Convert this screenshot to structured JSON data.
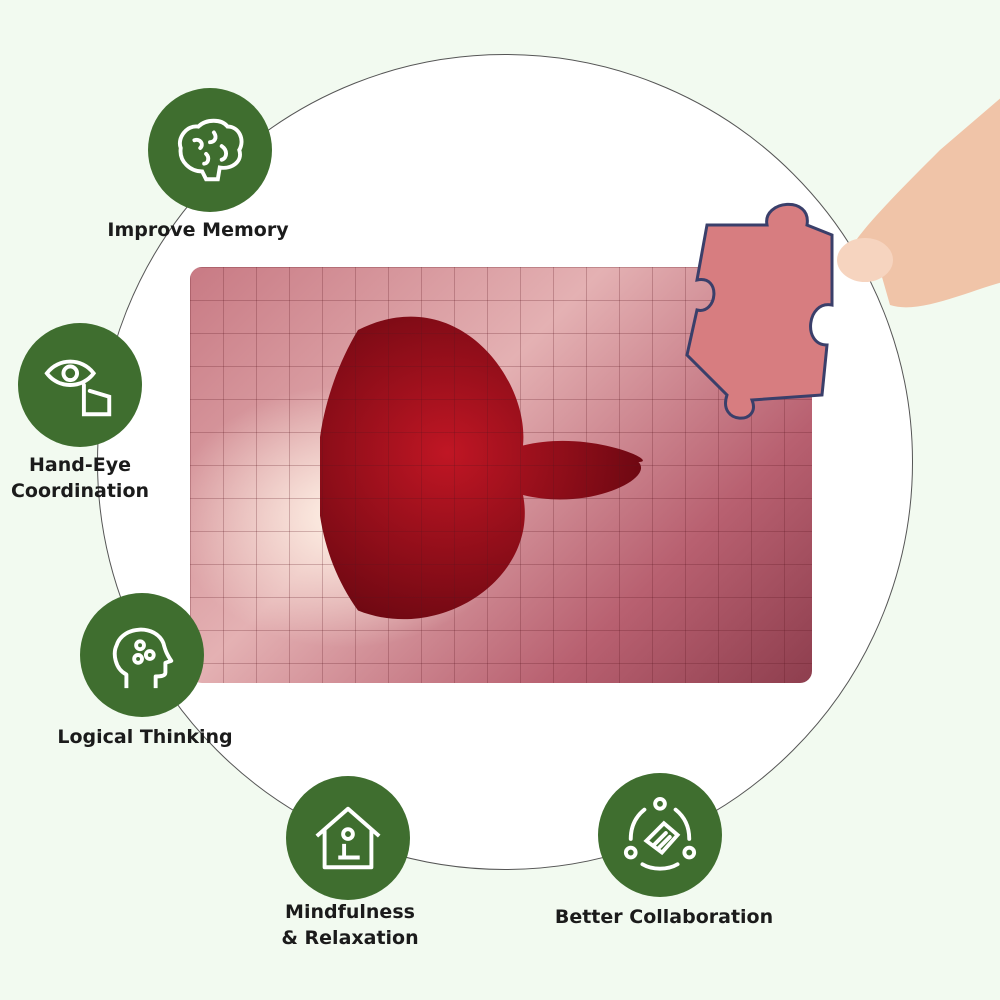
{
  "benefits": [
    {
      "label": "Improve Memory",
      "icon": "brain-icon"
    },
    {
      "label1": "Hand-Eye",
      "label2": "Coordination",
      "icon": "eye-hand-icon"
    },
    {
      "label": "Logical Thinking",
      "icon": "head-molecule-icon"
    },
    {
      "label1": "Mindfulness",
      "label2": "& Relaxation",
      "icon": "house-person-icon"
    },
    {
      "label": "Better Collaboration",
      "icon": "collaboration-icon"
    }
  ],
  "colors": {
    "badge": "#3f6e2f",
    "background": "#f2faf0",
    "heart": "#a0101e"
  }
}
